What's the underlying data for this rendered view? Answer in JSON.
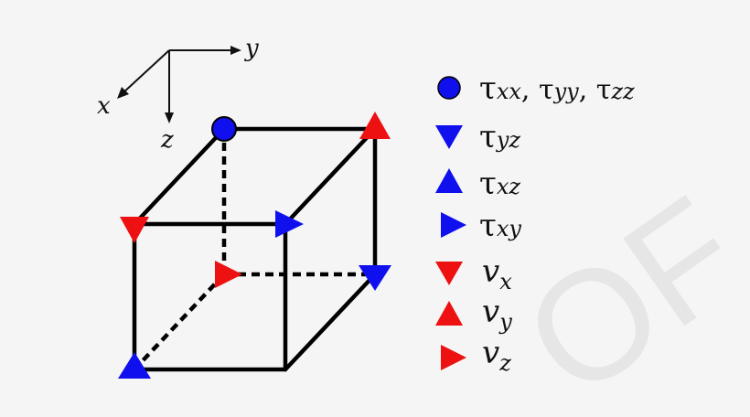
{
  "colors": {
    "background": "#f5f5f5",
    "line": "#000000",
    "blue": "#1010ee",
    "red": "#ee1111",
    "watermark": "#e6e6e6"
  },
  "axes": {
    "x_label": "x",
    "y_label": "y",
    "z_label": "z"
  },
  "watermark_text": "OF",
  "legend": [
    {
      "marker": "circle",
      "color": "blue",
      "symbol": "τ",
      "sub": "xx",
      "rest": [
        ", τ",
        "yy",
        ", τ",
        "zz"
      ]
    },
    {
      "marker": "triangle-down",
      "color": "blue",
      "symbol": "τ",
      "sub": "yz"
    },
    {
      "marker": "triangle-up",
      "color": "blue",
      "symbol": "τ",
      "sub": "xz"
    },
    {
      "marker": "triangle-right",
      "color": "blue",
      "symbol": "τ",
      "sub": "xy"
    },
    {
      "marker": "triangle-down",
      "color": "red",
      "symbol": "v",
      "sub": "x"
    },
    {
      "marker": "triangle-up",
      "color": "red",
      "symbol": "v",
      "sub": "y"
    },
    {
      "marker": "triangle-right",
      "color": "red",
      "symbol": "v",
      "sub": "z"
    }
  ]
}
